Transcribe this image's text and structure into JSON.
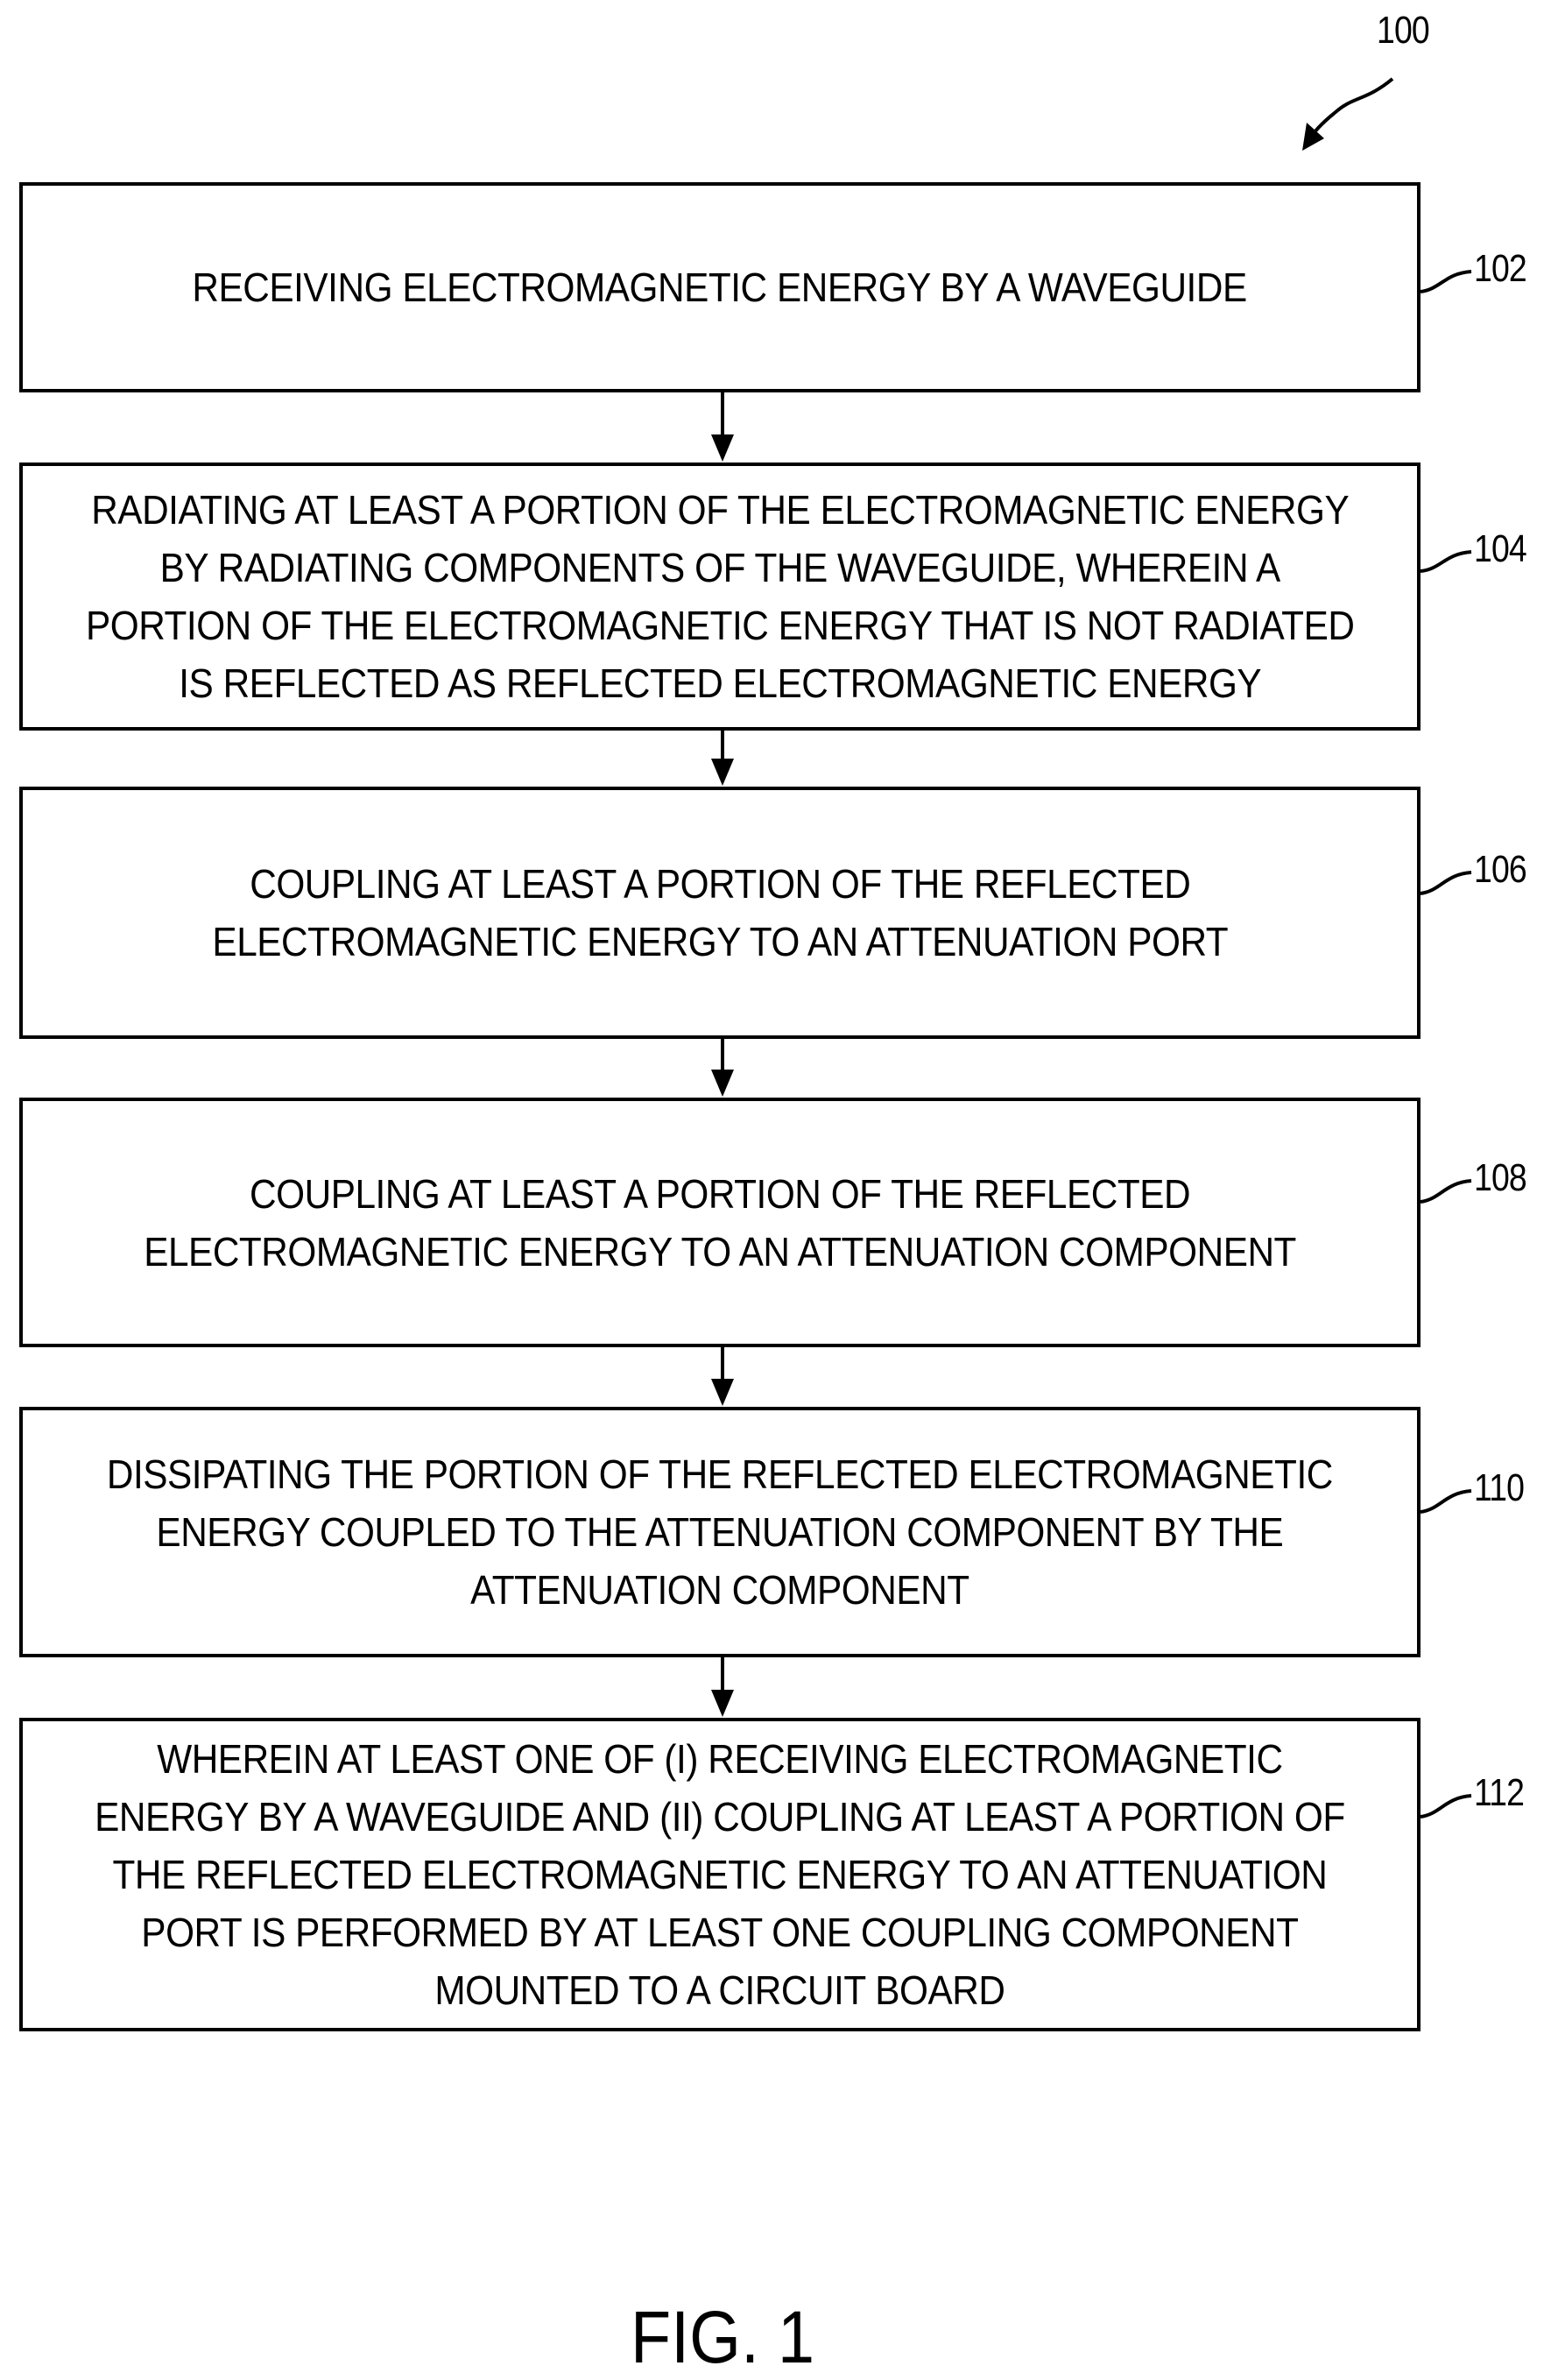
{
  "figure": {
    "reference": "100",
    "caption": "FIG. 1"
  },
  "steps": [
    {
      "ref": "102",
      "text": "RECEIVING ELECTROMAGNETIC ENERGY BY A WAVEGUIDE"
    },
    {
      "ref": "104",
      "text": "RADIATING AT LEAST A PORTION OF THE ELECTROMAGNETIC ENERGY\nBY RADIATING COMPONENTS OF THE WAVEGUIDE, WHEREIN A\nPORTION OF THE ELECTROMAGNETIC ENERGY THAT IS NOT RADIATED\nIS REFLECTED AS REFLECTED ELECTROMAGNETIC ENERGY"
    },
    {
      "ref": "106",
      "text": "COUPLING AT LEAST A PORTION OF THE REFLECTED\nELECTROMAGNETIC ENERGY TO AN ATTENUATION PORT"
    },
    {
      "ref": "108",
      "text": "COUPLING AT LEAST A PORTION OF THE REFLECTED\nELECTROMAGNETIC ENERGY TO AN ATTENUATION COMPONENT"
    },
    {
      "ref": "110",
      "text": "DISSIPATING THE PORTION OF THE REFLECTED ELECTROMAGNETIC\nENERGY COUPLED TO THE ATTENUATION COMPONENT BY THE\nATTENUATION COMPONENT"
    },
    {
      "ref": "112",
      "text": "WHEREIN AT LEAST ONE OF (I) RECEIVING ELECTROMAGNETIC\nENERGY BY A WAVEGUIDE AND (II) COUPLING AT LEAST A PORTION OF\nTHE REFLECTED ELECTROMAGNETIC ENERGY TO AN ATTENUATION\nPORT IS PERFORMED BY AT LEAST ONE COUPLING COMPONENT\nMOUNTED TO A CIRCUIT BOARD"
    }
  ]
}
